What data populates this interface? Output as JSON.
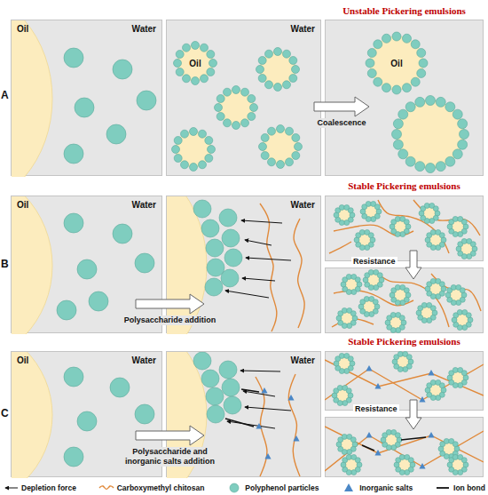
{
  "diagram": {
    "nodes": [
      {
        "text": [
          "Oil",
          "Water"
        ]
      },
      {
        "text": [
          "Water",
          "Oil"
        ]
      },
      {
        "text": [
          "Unstable Pickering emulsions",
          "Oil"
        ]
      },
      {
        "text": [
          "Oil",
          "Water"
        ]
      },
      {
        "text": [
          "Water"
        ]
      },
      {
        "text": [
          "Stable Pickering emulsions"
        ]
      },
      {
        "text": [
          "Oil",
          "Water"
        ]
      },
      {
        "text": [
          "Water"
        ]
      },
      {
        "text": [
          "Stable Pickering emulsions"
        ]
      }
    ],
    "edges": [
      {
        "from": 1,
        "to": 2,
        "arrow": "to",
        "label": "Coalescence"
      },
      {
        "from": 3,
        "to": 4,
        "arrow": "to",
        "label": "Polysaccharide addition"
      },
      {
        "from": 6,
        "to": 7,
        "arrow": "to",
        "label": "Polysaccharide and inorganic salts addition"
      }
    ],
    "labels": [
      "A",
      "B",
      "C",
      "Resistance",
      "Resistance"
    ],
    "legend": [
      {
        "text": "Depletion force"
      },
      {
        "text": "Carboxymethyl chitosan"
      },
      {
        "text": "Polyphenol particles",
        "color": "#7fcdbf"
      },
      {
        "text": "Inorganic salts",
        "color": "#4b87c6"
      },
      {
        "text": "Ion bond"
      }
    ]
  }
}
